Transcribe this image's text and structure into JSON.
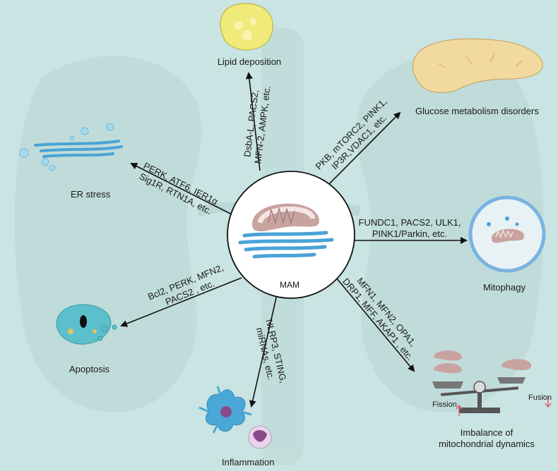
{
  "center": {
    "label": "MAM"
  },
  "outcomes": {
    "lipid": "Lipid deposition",
    "glucose": "Glucose metabolism disorders",
    "er_stress": "ER stress",
    "mitophagy": "Mitophagy",
    "apoptosis": "Apoptosis",
    "inflammation": "Inflammation",
    "imbalance": [
      "Imbalance of",
      "mitochondrial dynamics"
    ]
  },
  "regulators": {
    "lipid": [
      "DsbA-L, PACS2,",
      "MFN-2, AMPK, etc."
    ],
    "glucose": [
      "PKB, mTORC2, PINK1,",
      "IP3R,VDAC1, etc."
    ],
    "er_stress": [
      "PERK, ATF6, IER1α",
      "Sig1R, RTN1A, etc."
    ],
    "mitophagy": [
      "FUNDC1, PACS2, ULK1,",
      "PINK1/Parkin, etc."
    ],
    "apoptosis": [
      "Bcl2, PERK, MFN2,",
      "PACS2 , etc."
    ],
    "inflammation": [
      "NLRP3, STING,",
      "miRNAs, etc."
    ],
    "dynamics": [
      "MFN1, MFN2, OPA1,",
      "DRP1, MFF, AKAP1 , etc."
    ]
  },
  "scale": {
    "fission": "Fission",
    "fusion": "Fusion"
  },
  "colors": {
    "background": "#c9e4e2",
    "kidney": "#bfdcda",
    "mito_outer": "#c9a3a0",
    "mito_inner": "#f3e6e3",
    "er_blue": "#4aa3d6",
    "mitophagy_ring": "#7ab3df",
    "lipid_yellow": "#f0ea7a",
    "pancreas": "#f2d9a0",
    "apoptosis_cell": "#5bbfcc",
    "macrophage": "#4aa8d8",
    "neutrophil": "#8a4a8a"
  }
}
